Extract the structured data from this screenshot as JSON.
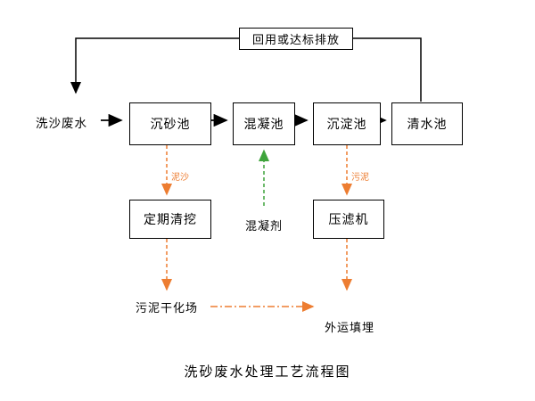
{
  "diagram": {
    "title": "洗砂废水处理工艺流程图",
    "feedback_label": "回用或达标排放",
    "influent_label": "洗沙废水",
    "main_boxes": [
      {
        "label": "沉砂池"
      },
      {
        "label": "混凝池"
      },
      {
        "label": "沉淀池"
      },
      {
        "label": "清水池"
      }
    ],
    "sub_boxes": [
      {
        "label": "定期清挖"
      },
      {
        "label": "压滤机"
      }
    ],
    "flow_labels": {
      "sediment": "泥沙",
      "sludge": "污泥",
      "coagulant": "混凝剂",
      "drying_field": "污泥干化场",
      "landfill": "外运填埋"
    },
    "colors": {
      "main_line": "#000000",
      "sludge_arrow": "#ED7D31",
      "coagulant_arrow": "#3FA43C"
    }
  }
}
